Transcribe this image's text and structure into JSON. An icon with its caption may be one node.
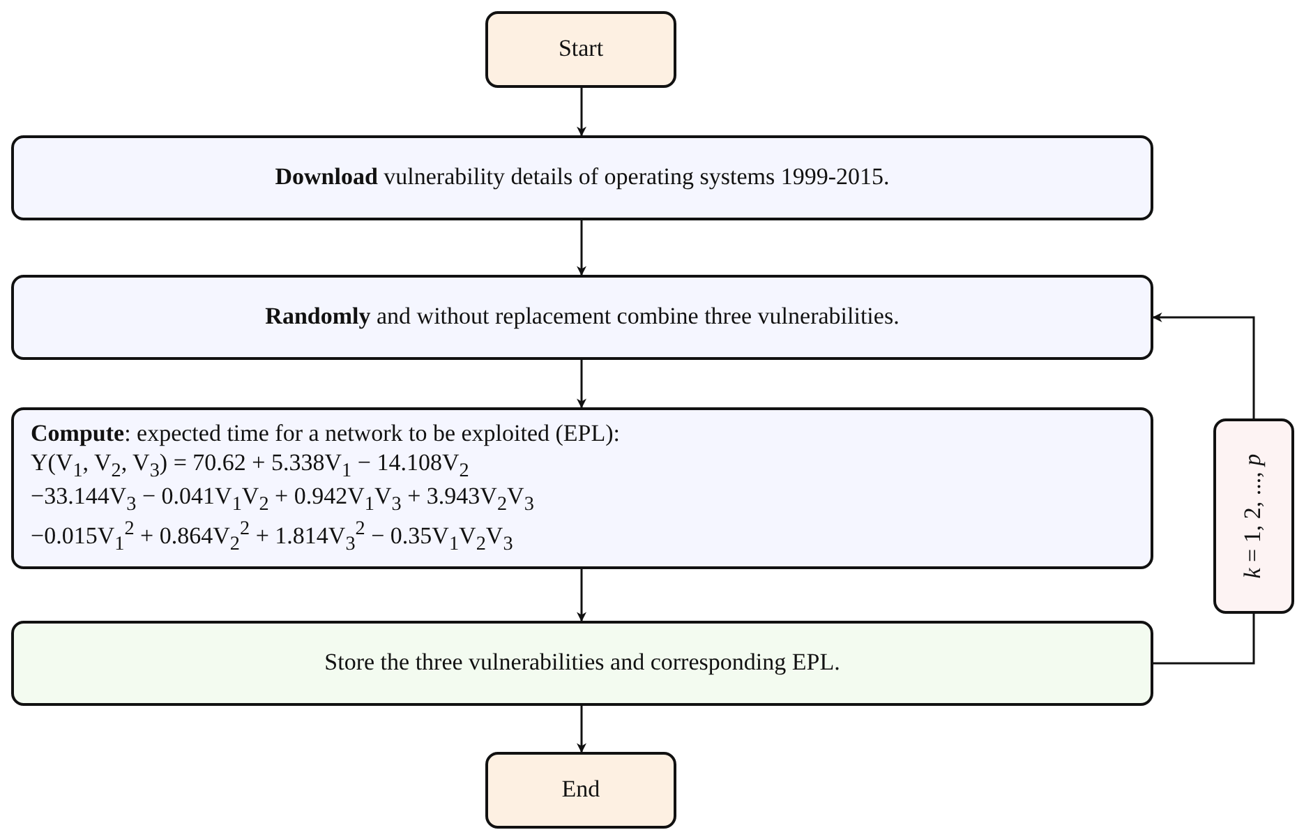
{
  "diagram": {
    "nodes": [
      {
        "text": [
          "Start"
        ]
      },
      {
        "text": [
          "**Download** vulnerability details of operating systems 1999-2015."
        ]
      },
      {
        "text": [
          "**Randomly** and without replacement combine three vulnerabilities."
        ]
      },
      {
        "text": [
          "**Compute**: expected time for a network to be exploited (EPL):",
          "Y(V$_{1}$, V$_{2}$, V$_{3}$) = 70.62 + 5.338V$_{1}$ − 14.108V$_{2}$",
          "−33.144V$_{3}$ − 0.041V$_{1}$V$_{2}$ + 0.942V$_{1}$V$_{3}$ + 3.943V$_{2}$V$_{3}$",
          "−0.015V$_{1}$$^{2}$ + 0.864V$_{2}$$^{2}$ + 1.814V$_{3}$$^{2}$ − 0.35V$_{1}$V$_{2}$V$_{3}$"
        ]
      },
      {
        "text": [
          "Store the three vulnerabilities and corresponding EPL."
        ]
      },
      {
        "text": [
          "End"
        ]
      },
      {
        "text": [
          "*k* = 1, 2, ..., *p*"
        ]
      }
    ],
    "edges": [
      {
        "from": 0,
        "to": 1,
        "arrow": "to"
      },
      {
        "from": 1,
        "to": 2,
        "arrow": "to"
      },
      {
        "from": 2,
        "to": 3,
        "arrow": "to"
      },
      {
        "from": 3,
        "to": 4,
        "arrow": "to"
      },
      {
        "from": 4,
        "to": 5,
        "arrow": "to"
      },
      {
        "from": 4,
        "to": 6,
        "arrow": "none"
      },
      {
        "from": 6,
        "to": 2,
        "arrow": "to"
      }
    ]
  }
}
